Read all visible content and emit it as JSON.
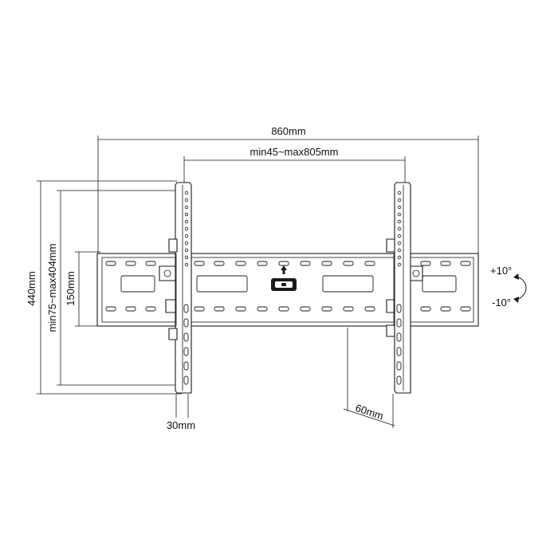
{
  "dimensions": {
    "overall_width": "860mm",
    "vesa_horizontal": "min45~max805mm",
    "overall_height": "440mm",
    "vesa_vertical": "min75~max404mm",
    "plate_height": "150mm",
    "wall_distance": "30mm",
    "tilt_depth": "60mm"
  },
  "tilt": {
    "up": "+10°",
    "down": "-10°"
  },
  "colors": {
    "line": "#1a1a1a",
    "background": "#ffffff"
  },
  "icons": {
    "tilt_arrow": "curved-arrow-icon",
    "level": "bubble-level-icon"
  }
}
